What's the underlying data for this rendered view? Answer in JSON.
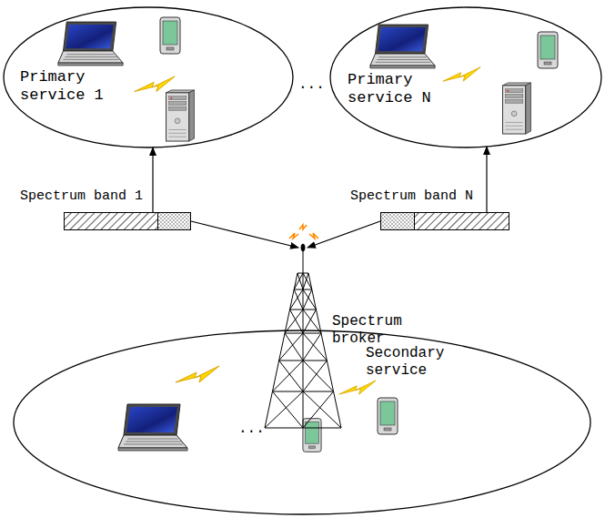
{
  "diagram": {
    "nodes": [
      {
        "text": [
          "Primary service 1"
        ]
      },
      {
        "text": [
          "Primary service N"
        ]
      },
      {
        "text": [
          "Spectrum band 1"
        ]
      },
      {
        "text": [
          "Spectrum band N"
        ]
      },
      {
        "text": [
          "Spectrum broker"
        ]
      },
      {
        "text": [
          "Secondary service"
        ]
      }
    ],
    "edges": [
      {
        "from": 2,
        "to": 0,
        "arrow": "to"
      },
      {
        "from": 3,
        "to": 1,
        "arrow": "to"
      },
      {
        "from": 2,
        "to": 4,
        "arrow": "to"
      },
      {
        "from": 3,
        "to": 4,
        "arrow": "to"
      }
    ],
    "labels": [
      "...",
      "..."
    ]
  }
}
